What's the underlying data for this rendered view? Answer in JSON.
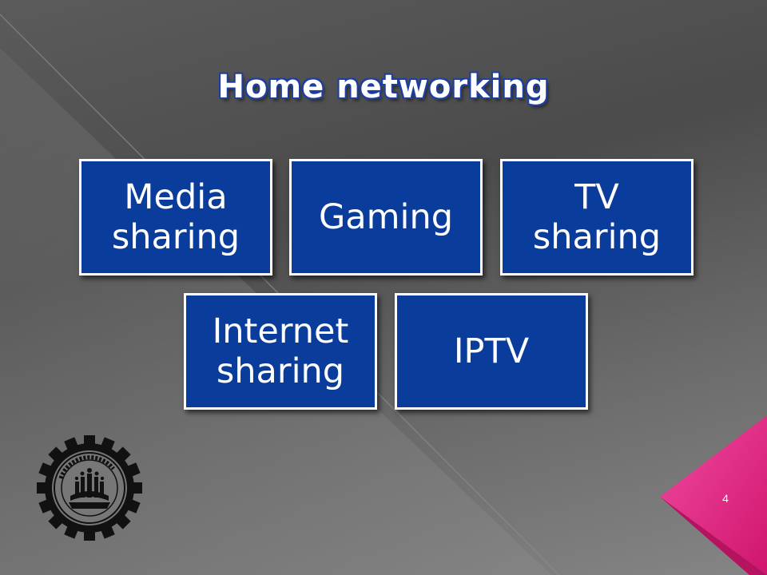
{
  "slide": {
    "title": "Home networking",
    "boxes": [
      {
        "label": "Media sharing"
      },
      {
        "label": "Gaming"
      },
      {
        "label": "TV sharing"
      },
      {
        "label": "Internet sharing"
      },
      {
        "label": "IPTV"
      }
    ],
    "page_number": "4",
    "logo_icon": "university-emblem-icon"
  },
  "colors": {
    "box_fill": "#0a3c9c",
    "box_border": "#ffffff",
    "title_outline": "#1f3f9e",
    "accent_pink": "#e6237f"
  }
}
